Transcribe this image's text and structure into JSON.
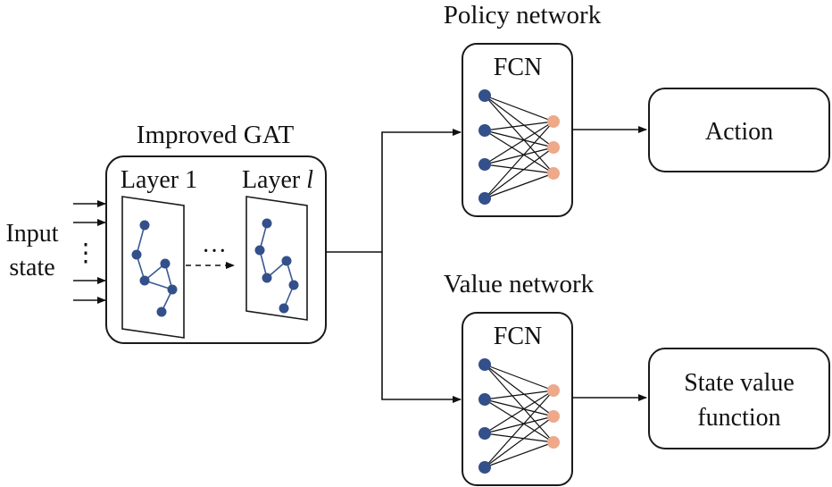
{
  "input": {
    "line1": "Input",
    "line2": "state",
    "dots": "⋮"
  },
  "gat": {
    "title": "Improved GAT",
    "layer_first_prefix": "Layer ",
    "layer_first_index": "1",
    "layer_last_prefix": "Layer ",
    "layer_last_index": "l",
    "ellipsis": "···"
  },
  "policy": {
    "title": "Policy network",
    "block": "FCN"
  },
  "value": {
    "title": "Value network",
    "block": "FCN"
  },
  "outputs": {
    "action": "Action",
    "state_value_line1": "State value",
    "state_value_line2": "function"
  },
  "colors": {
    "input_node": "#34508a",
    "output_node": "#eea98a",
    "graph_edge": "#3a5a94",
    "stroke": "#111111"
  }
}
